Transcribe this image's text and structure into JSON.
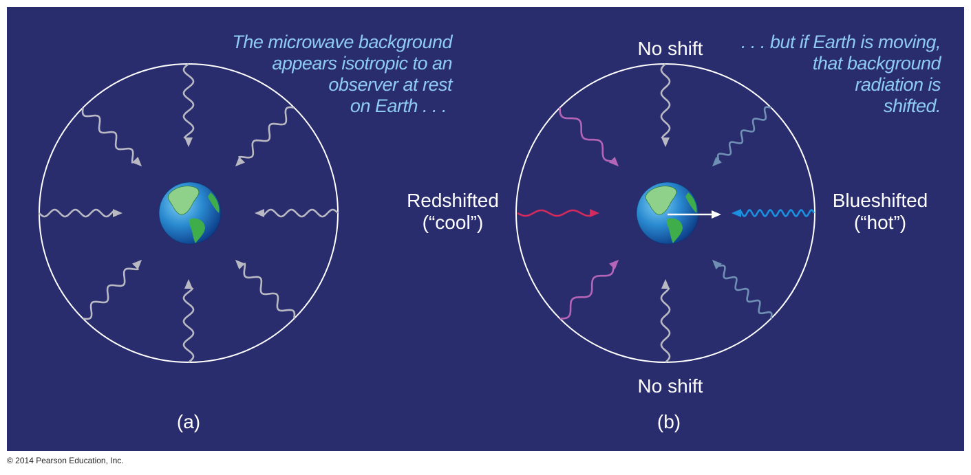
{
  "panel_a": {
    "caption": [
      "The microwave background",
      "appears isotropic to an",
      "observer at rest",
      "on Earth . . ."
    ],
    "label": "(a)"
  },
  "panel_b": {
    "caption": [
      ". . .  but if Earth is moving,",
      "that background",
      "radiation is",
      "shifted."
    ],
    "top_label": "No shift",
    "bottom_label": "No shift",
    "left_label": [
      "Redshifted",
      "(“cool”)"
    ],
    "right_label": [
      "Blueshifted",
      "(“hot”)"
    ],
    "label": "(b)"
  },
  "colors": {
    "background": "#2a2d6d",
    "isotropic": "#b9b9c4",
    "no_shift": "#b9b9c4",
    "slight_red": "#b565b8",
    "redshift": "#d22a5c",
    "slight_blue": "#6f8fb4",
    "blueshift": "#1c90e0",
    "caption": "#8ecbf2"
  },
  "copyright": "© 2014 Pearson Education, Inc."
}
